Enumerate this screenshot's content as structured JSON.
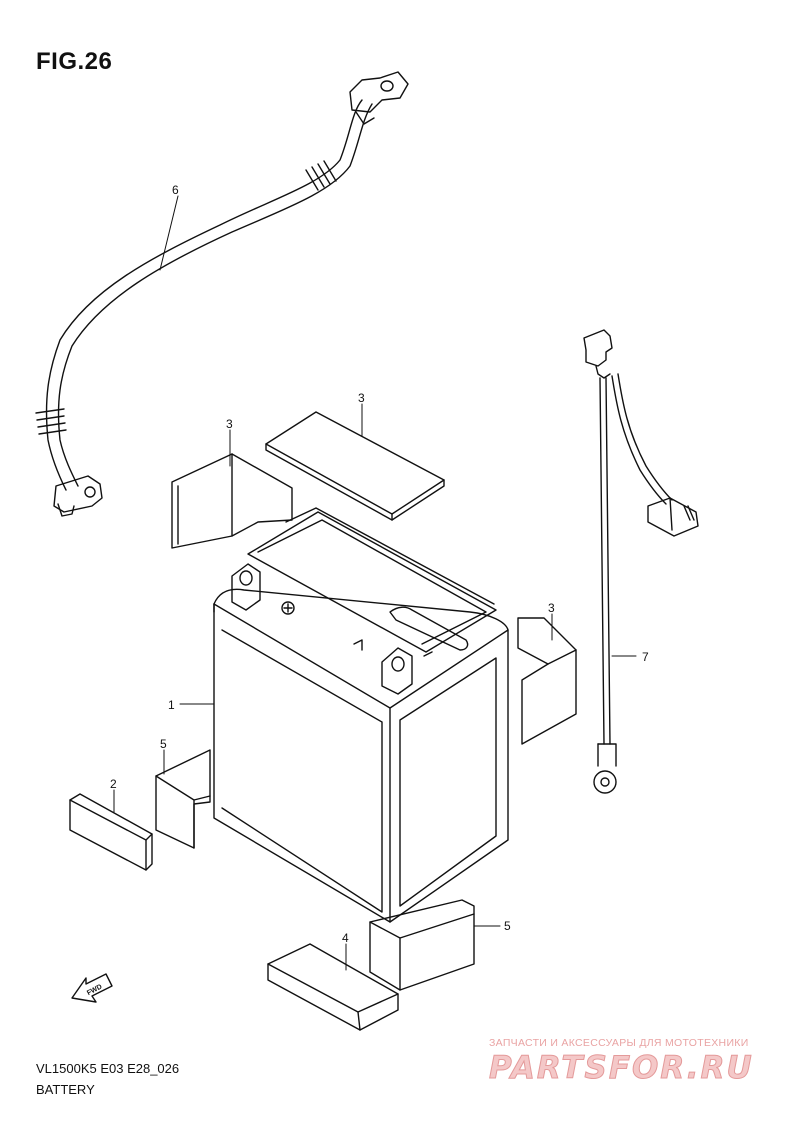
{
  "figure": {
    "title": "FIG.26",
    "model_code": "VL1500K5 E03 E28_026",
    "section_name": "BATTERY"
  },
  "callouts": [
    "1",
    "2",
    "3",
    "3",
    "3",
    "4",
    "5",
    "5",
    "6",
    "7"
  ],
  "direction_arrow": {
    "label": "FWD",
    "icon": "arrow-fwd-icon"
  },
  "watermark": {
    "tagline": "ЗАПЧАСТИ И АКСЕССУАРЫ ДЛЯ МОТОТЕХНИКИ",
    "logo_text": "PARTSFOR.RU",
    "color": "#e9a3a3"
  },
  "colors": {
    "line": "#111111",
    "background": "#ffffff"
  }
}
